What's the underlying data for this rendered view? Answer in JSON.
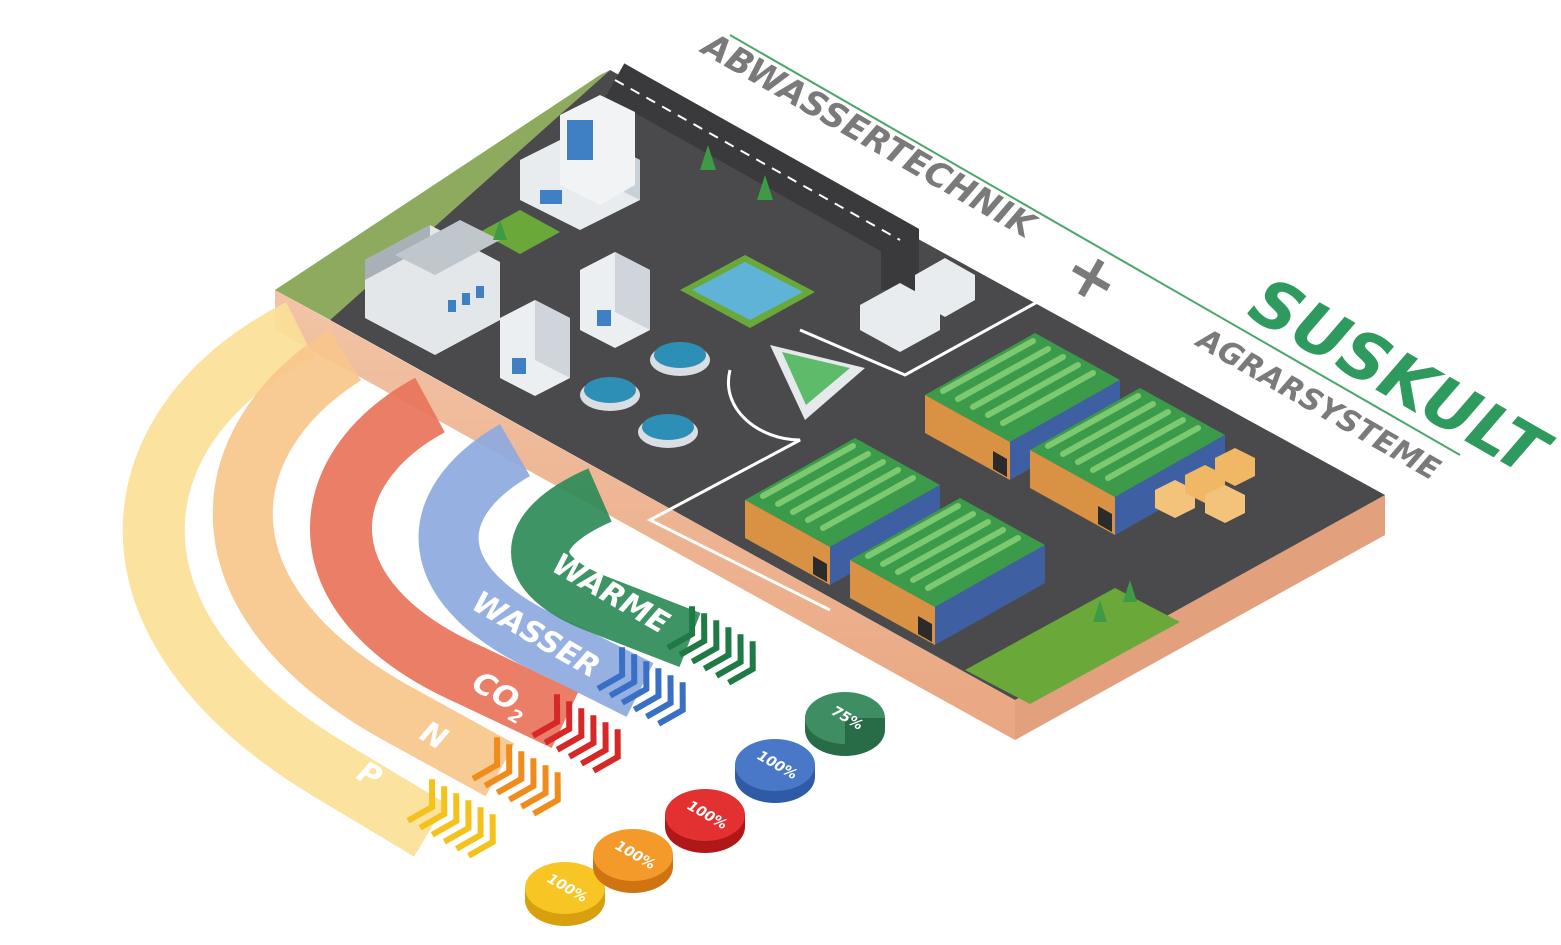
{
  "header": {
    "left_text": "ABWASSERTECHNIK",
    "plus": "+",
    "brand": "SUSKULT",
    "right_text": "AGRARSYSTEME"
  },
  "streams": [
    {
      "key": "waerme",
      "label": "WÄRME",
      "value": "75%",
      "color": "#2e8b57",
      "arrow": "#1f7a45",
      "disk_top": "#3f8e63",
      "disk_side": "#276b47"
    },
    {
      "key": "wasser",
      "label": "WASSER",
      "value": "100%",
      "color": "#8ea9e0",
      "arrow": "#3a6fc6",
      "disk_top": "#4a78c9",
      "disk_side": "#2f5aa6"
    },
    {
      "key": "co2",
      "label": "CO",
      "label_sub": "2",
      "value": "100%",
      "color": "#e8735a",
      "arrow": "#d62828",
      "disk_top": "#e33030",
      "disk_side": "#b01818"
    },
    {
      "key": "n",
      "label": "N",
      "value": "100%",
      "color": "#f7c68b",
      "arrow": "#f08c1c",
      "disk_top": "#f49a2a",
      "disk_side": "#cf7410"
    },
    {
      "key": "p",
      "label": "P",
      "value": "100%",
      "color": "#fbe096",
      "arrow": "#f5c21b",
      "disk_top": "#f8c624",
      "disk_side": "#d6a00e"
    }
  ]
}
